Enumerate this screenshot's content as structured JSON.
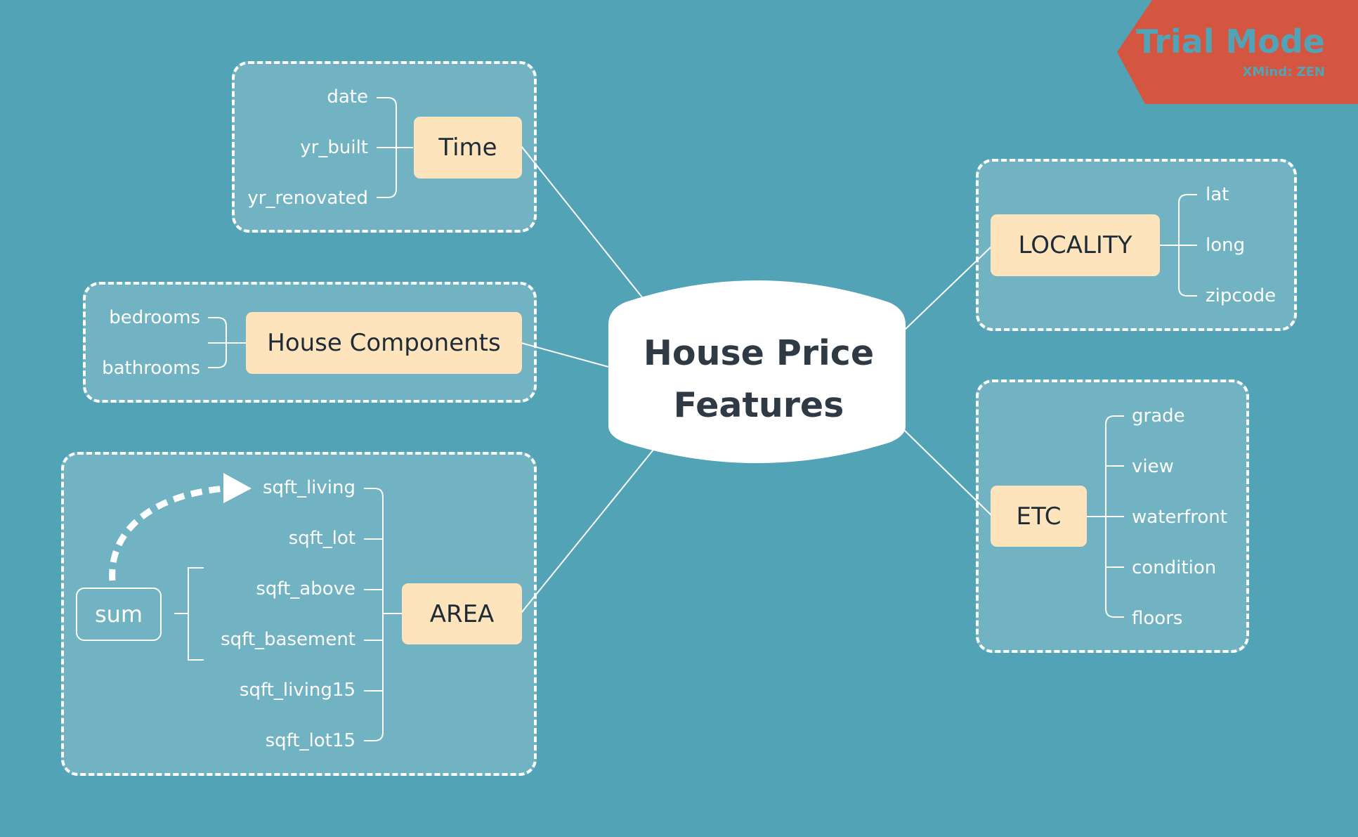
{
  "central": {
    "line1": "House Price",
    "line2": "Features"
  },
  "groups": {
    "time": {
      "label": "Time",
      "items": [
        "date",
        "yr_built",
        "yr_renovated"
      ]
    },
    "house_components": {
      "label": "House Components",
      "items": [
        "bedrooms",
        "bathrooms"
      ]
    },
    "area": {
      "label": "AREA",
      "items": [
        "sqft_living",
        "sqft_lot",
        "sqft_above",
        "sqft_basement",
        "sqft_living15",
        "sqft_lot15"
      ],
      "sum_label": "sum"
    },
    "locality": {
      "label": "LOCALITY",
      "items": [
        "lat",
        "long",
        "zipcode"
      ]
    },
    "etc": {
      "label": "ETC",
      "items": [
        "grade",
        "view",
        "waterfront",
        "condition",
        "floors"
      ]
    }
  },
  "watermark": {
    "title": "Trial Mode",
    "subtitle": "XMind: ZEN"
  },
  "colors": {
    "background": "#52a3b5",
    "topic": "#fde4bc",
    "central": "#ffffff",
    "watermark": "#d45641"
  }
}
